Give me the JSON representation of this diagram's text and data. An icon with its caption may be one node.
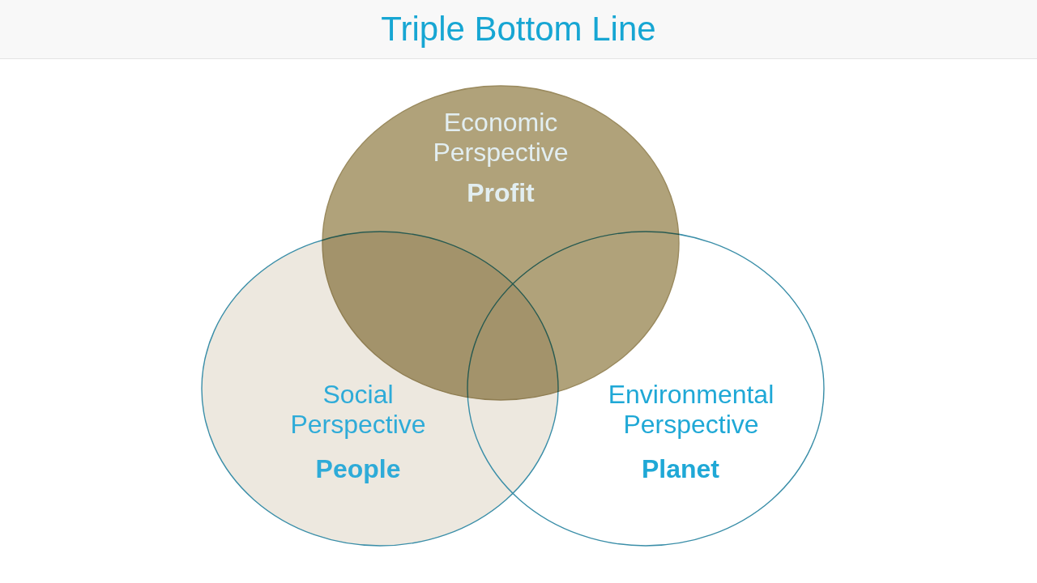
{
  "diagram": {
    "title": "Triple Bottom Line",
    "nodes": [
      {
        "text": [
          "Economic Perspective",
          "Profit"
        ]
      },
      {
        "text": [
          "Social Perspective",
          "People"
        ]
      },
      {
        "text": [
          "Environmental Perspective",
          "Planet"
        ]
      }
    ]
  }
}
